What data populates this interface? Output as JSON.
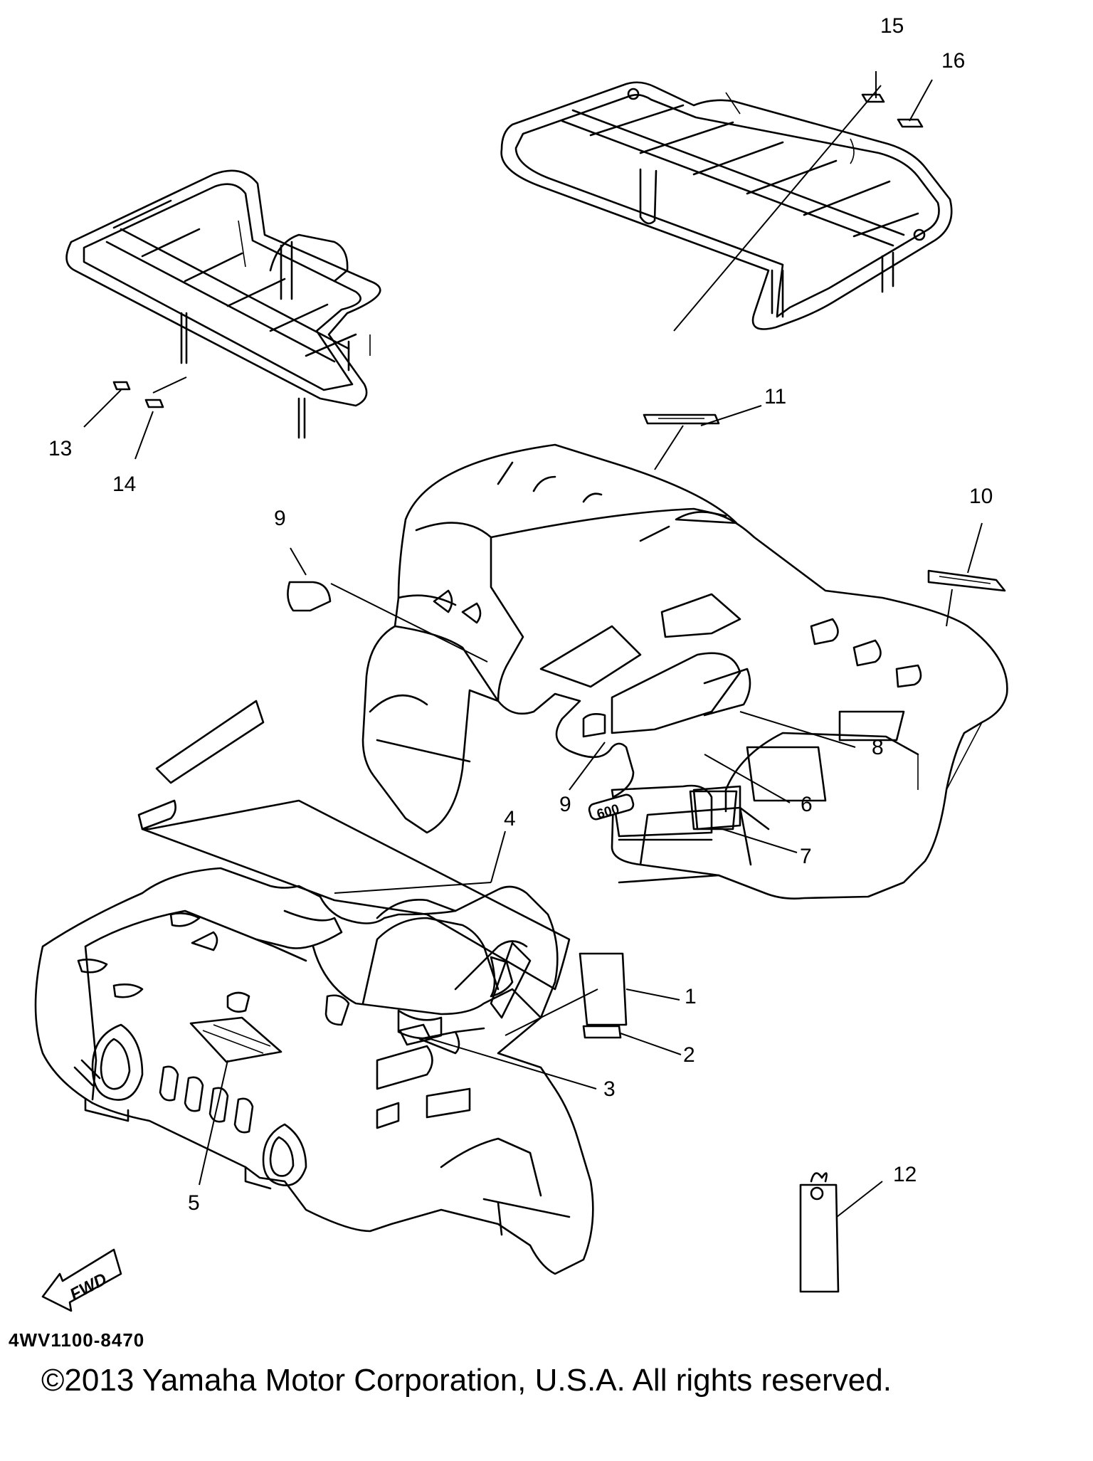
{
  "diagram": {
    "callouts": [
      {
        "id": "c1",
        "label": "1"
      },
      {
        "id": "c2",
        "label": "2"
      },
      {
        "id": "c3",
        "label": "3"
      },
      {
        "id": "c4",
        "label": "4"
      },
      {
        "id": "c5",
        "label": "5"
      },
      {
        "id": "c6",
        "label": "6"
      },
      {
        "id": "c7",
        "label": "7"
      },
      {
        "id": "c8",
        "label": "8"
      },
      {
        "id": "c9a",
        "label": "9"
      },
      {
        "id": "c9b",
        "label": "9"
      },
      {
        "id": "c10",
        "label": "10"
      },
      {
        "id": "c11",
        "label": "11"
      },
      {
        "id": "c12",
        "label": "12"
      },
      {
        "id": "c13",
        "label": "13"
      },
      {
        "id": "c14",
        "label": "14"
      },
      {
        "id": "c15",
        "label": "15"
      },
      {
        "id": "c16",
        "label": "16"
      }
    ],
    "fwd_label": "FWD",
    "badge_600": "600",
    "diagram_code": "4WV1100-8470"
  },
  "footer": {
    "copyright": "©2013 Yamaha Motor Corporation, U.S.A. All rights reserved."
  }
}
